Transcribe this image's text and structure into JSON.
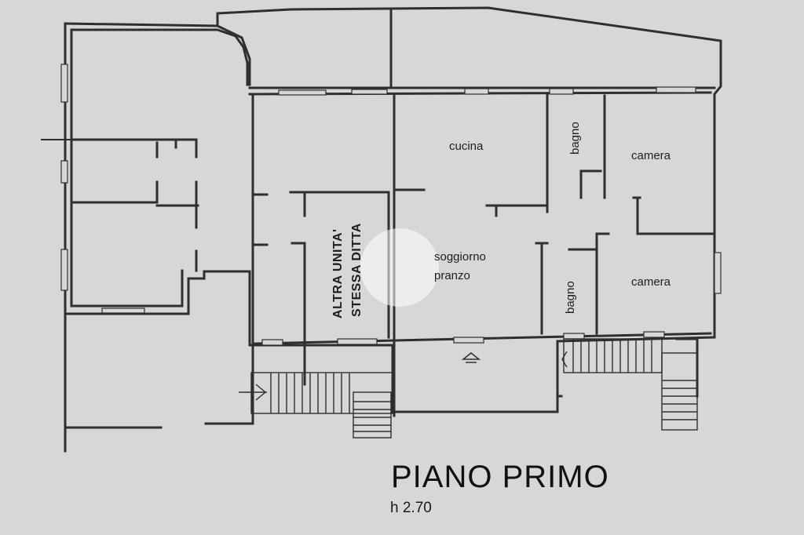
{
  "rooms": {
    "cucina": "cucina",
    "bagno_top": "bagno",
    "camera_top": "camera",
    "soggiorno": "soggiorno",
    "pranzo": "pranzo",
    "bagno_bottom": "bagno",
    "camera_bottom": "camera",
    "altra_unita": "ALTRA UNITA'",
    "stessa_ditta": "STESSA DITTA"
  },
  "title": "PIANO PRIMO",
  "height": "h 2.70",
  "colors": {
    "background": "#d7d8d6",
    "walls": "#2e2f30"
  }
}
